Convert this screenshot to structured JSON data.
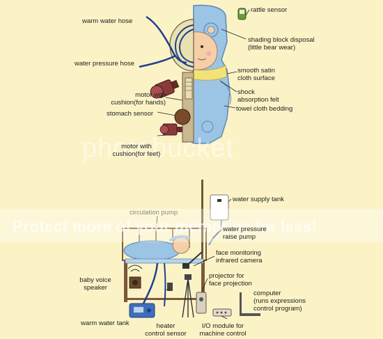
{
  "colors": {
    "background": "#fbf3c6",
    "blanket_blue": "#9cc4e4",
    "blanket_blue_dark": "#5e88b8",
    "hose_blue": "#1f3f8f",
    "skin": "#f4cfa8",
    "wood": "#7a5a3a",
    "motor_red": "#8a3a3a",
    "tank_blue": "#3e6fb8",
    "sensor_green": "#6c9a3c",
    "watermark_white": "#ffffff"
  },
  "top_labels": {
    "rattle_sensor": "rattle sensor",
    "warm_water_hose": "warm water hose",
    "shading_block_line1": "shading block disposal",
    "shading_block_line2": "(little bear wear)",
    "water_pressure_hose": "water pressure hose",
    "smooth_satin_line1": "smooth satin",
    "smooth_satin_line2": "cloth surface",
    "motor_hands_line1": "motor with",
    "motor_hands_line2": "cushion(for hands)",
    "shock_line1": "shock",
    "shock_line2": "absorption felt",
    "stomach_sensor": "stomach sensor",
    "towel_bedding": "towel cloth bedding",
    "motor_feet_line1": "motor with",
    "motor_feet_line2": "cushion(for feet)"
  },
  "bottom_labels": {
    "water_supply_tank": "water supply tank",
    "circulation_pump": "circulation pump",
    "pressure_pump_line1": "water pressure",
    "pressure_pump_line2": "raise pump",
    "face_cam_line1": "face monitoring",
    "face_cam_line2": "infrared camera",
    "baby_voice_line1": "baby voice",
    "baby_voice_line2": "speaker",
    "projector_line1": "projector for",
    "projector_line2": "face projection",
    "computer_line1": "computer",
    "computer_line2": "(runs expressions",
    "computer_line3": "control program)",
    "warm_water_tank": "warm water tank",
    "heater_line1": "heater",
    "heater_line2": "control sensor",
    "io_line1": "I/O module for",
    "io_line2": "machine control"
  },
  "watermark": {
    "brand": "photobucket",
    "banner": "Protect more of your memories for less!"
  }
}
